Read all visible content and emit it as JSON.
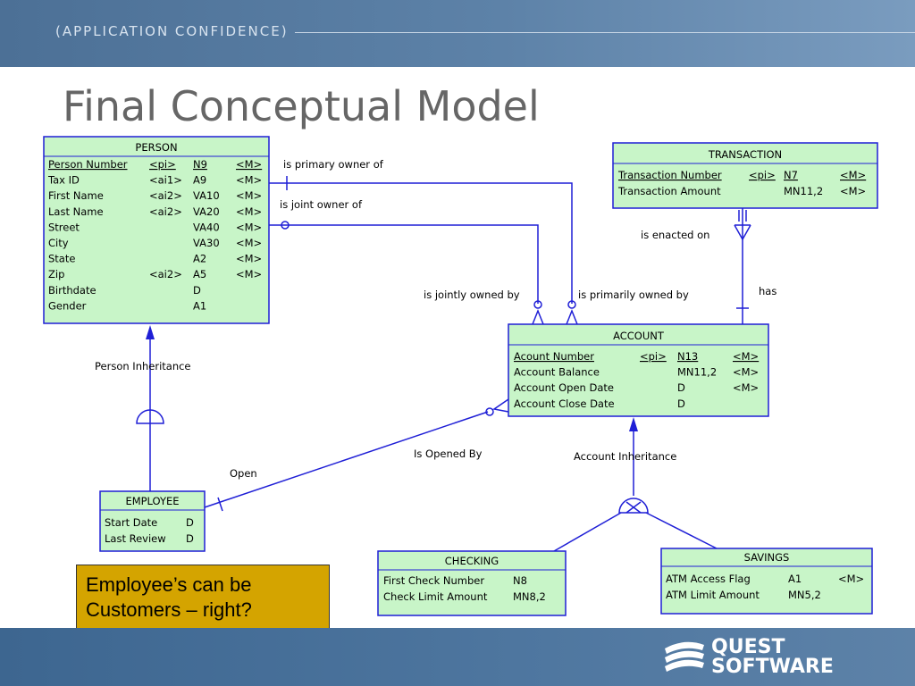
{
  "header": {
    "tagline": "(APPLICATION CONFIDENCE)"
  },
  "title": "Final Conceptual Model",
  "entities": {
    "person": {
      "name": "PERSON",
      "rows": [
        [
          "Person Number",
          "<pi>",
          "N9",
          "<M>"
        ],
        [
          "Tax ID",
          "<ai1>",
          "A9",
          "<M>"
        ],
        [
          "First Name",
          "<ai2>",
          "VA10",
          "<M>"
        ],
        [
          "Last Name",
          "<ai2>",
          "VA20",
          "<M>"
        ],
        [
          "Street",
          "",
          "VA40",
          "<M>"
        ],
        [
          "City",
          "",
          "VA30",
          "<M>"
        ],
        [
          "State",
          "",
          "A2",
          "<M>"
        ],
        [
          "Zip",
          "<ai2>",
          "A5",
          "<M>"
        ],
        [
          "Birthdate",
          "",
          "D",
          ""
        ],
        [
          "Gender",
          "",
          "A1",
          ""
        ]
      ]
    },
    "transaction": {
      "name": "TRANSACTION",
      "rows": [
        [
          "Transaction Number",
          "<pi>",
          "N7",
          "<M>"
        ],
        [
          "Transaction Amount",
          "",
          "MN11,2",
          "<M>"
        ]
      ]
    },
    "account": {
      "name": "ACCOUNT",
      "rows": [
        [
          "Acount Number",
          "<pi>",
          "N13",
          "<M>"
        ],
        [
          "Account Balance",
          "",
          "MN11,2",
          "<M>"
        ],
        [
          "Account Open Date",
          "",
          "D",
          "<M>"
        ],
        [
          "Account Close Date",
          "",
          "D",
          ""
        ]
      ]
    },
    "employee": {
      "name": "EMPLOYEE",
      "rows": [
        [
          "Start Date",
          "D"
        ],
        [
          "Last Review",
          "D"
        ]
      ]
    },
    "checking": {
      "name": "CHECKING",
      "rows": [
        [
          "First Check Number",
          "N8"
        ],
        [
          "Check Limit Amount",
          "MN8,2"
        ]
      ]
    },
    "savings": {
      "name": "SAVINGS",
      "rows": [
        [
          "ATM Access Flag",
          "A1",
          "<M>"
        ],
        [
          "ATM Limit Amount",
          "MN5,2",
          ""
        ]
      ]
    }
  },
  "relationships": {
    "primary_owner": "is primary owner of",
    "joint_owner": "is joint owner of",
    "jointly_owned": "is jointly owned by",
    "primarily_owned": "is primarily owned by",
    "enacted_on": "is enacted on",
    "has": "has",
    "person_inheritance": "Person Inheritance",
    "opened_by": "Is Opened By",
    "open": "Open",
    "account_inheritance": "Account Inheritance"
  },
  "note": {
    "line1": "Employee’s can be",
    "line2": "Customers – right?"
  },
  "logo": {
    "line1": "QUEST",
    "line2": "SOFTWARE"
  },
  "colors": {
    "entity_fill": "#c8f5c8",
    "line": "#1f1fd6",
    "note_fill": "#d4a400",
    "header": "#5d82a8"
  }
}
